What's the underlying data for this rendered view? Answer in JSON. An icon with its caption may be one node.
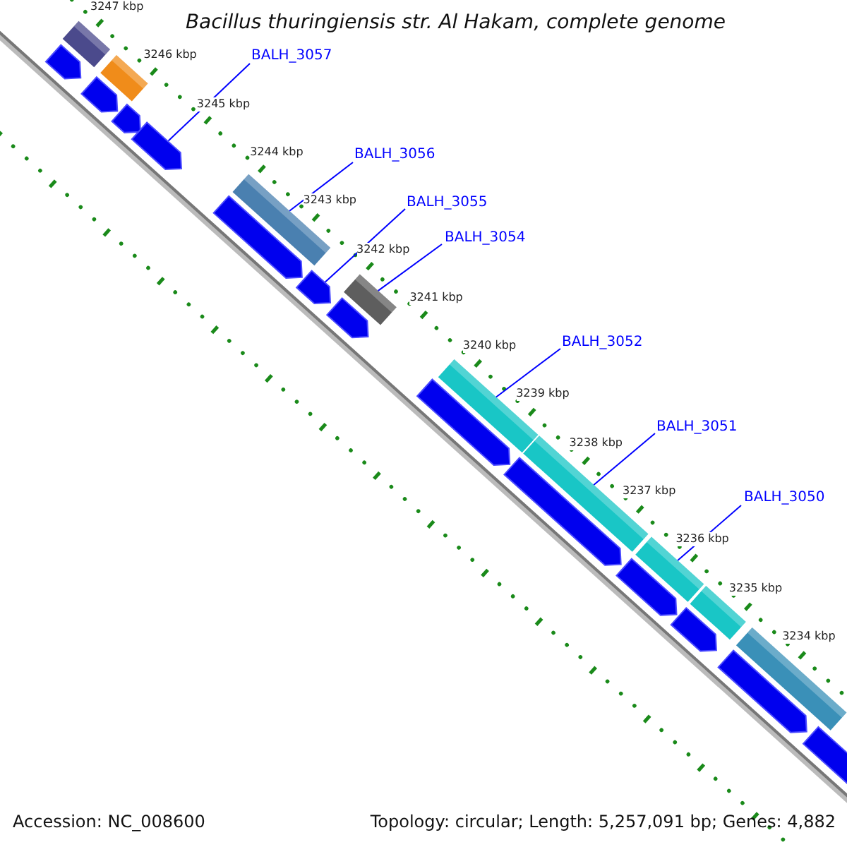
{
  "diagram": {
    "title": "Bacillus thuringiensis str. Al Hakam, complete genome",
    "nodes": [
      {
        "text": [
          "BALH_3057"
        ]
      },
      {
        "text": [
          "BALH_3056"
        ]
      },
      {
        "text": [
          "BALH_3055"
        ]
      },
      {
        "text": [
          "BALH_3054"
        ]
      },
      {
        "text": [
          "BALH_3052"
        ]
      },
      {
        "text": [
          "BALH_3051"
        ]
      },
      {
        "text": [
          "BALH_3050"
        ]
      },
      {
        "text": [],
        "shape": "bar"
      },
      {
        "text": [],
        "shape": "pentagon"
      },
      {
        "text": [],
        "shape": "bar"
      },
      {
        "text": [],
        "shape": "pentagon"
      },
      {
        "text": [],
        "shape": "pentagon"
      },
      {
        "text": [],
        "shape": "pentagon"
      },
      {
        "text": [],
        "shape": "bar"
      },
      {
        "text": [],
        "shape": "pentagon"
      },
      {
        "text": [],
        "shape": "pentagon"
      },
      {
        "text": [],
        "shape": "bar"
      },
      {
        "text": [],
        "shape": "pentagon"
      },
      {
        "text": [],
        "shape": "pentagon"
      },
      {
        "text": [],
        "shape": "bar"
      },
      {
        "text": [],
        "shape": "bar"
      },
      {
        "text": [],
        "shape": "pentagon"
      },
      {
        "text": [],
        "shape": "bar"
      },
      {
        "text": [],
        "shape": "pentagon"
      },
      {
        "text": [],
        "shape": "bar"
      },
      {
        "text": [],
        "shape": "pentagon"
      },
      {
        "text": [],
        "shape": "bar"
      },
      {
        "text": [],
        "shape": "pentagon"
      },
      {
        "text": [],
        "shape": "pentagon"
      }
    ],
    "edges": [
      {
        "from": 0,
        "to": 12,
        "arrow": "none"
      },
      {
        "from": 1,
        "to": 13,
        "arrow": "none"
      },
      {
        "from": 2,
        "to": 15,
        "arrow": "none"
      },
      {
        "from": 3,
        "to": 16,
        "arrow": "none"
      },
      {
        "from": 4,
        "to": 19,
        "arrow": "none"
      },
      {
        "from": 5,
        "to": 20,
        "arrow": "none"
      },
      {
        "from": 6,
        "to": 22,
        "arrow": "none"
      }
    ],
    "labels": [
      "3247 kbp",
      "3246 kbp",
      "3245 kbp",
      "3244 kbp",
      "3243 kbp",
      "3242 kbp",
      "3241 kbp",
      "3240 kbp",
      "3239 kbp",
      "3238 kbp",
      "3237 kbp",
      "3236 kbp",
      "3235 kbp",
      "3234 kbp",
      "Accession: NC_008600",
      "Topology: circular; Length: 5,257,091 bp; Genes: 4,882"
    ]
  }
}
